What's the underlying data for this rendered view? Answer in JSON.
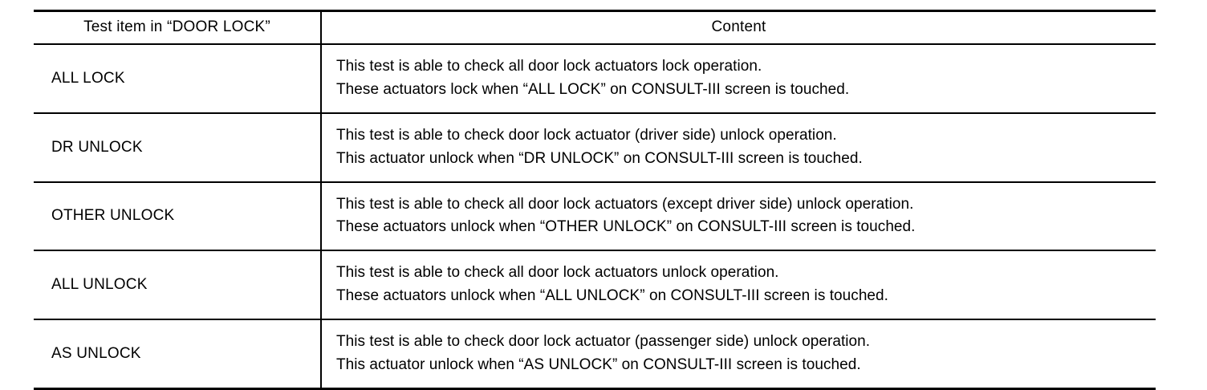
{
  "table": {
    "headers": {
      "item": "Test item in “DOOR LOCK”",
      "content": "Content"
    },
    "rows": [
      {
        "item": "ALL LOCK",
        "line1": "This test is able to check all door lock actuators lock operation.",
        "line2": "These actuators lock when “ALL LOCK” on CONSULT-III screen is touched."
      },
      {
        "item": "DR UNLOCK",
        "line1": "This test is able to check door lock actuator (driver side) unlock operation.",
        "line2": "This actuator unlock when “DR UNLOCK” on CONSULT-III screen is touched."
      },
      {
        "item": "OTHER UNLOCK",
        "line1": "This test is able to check all door lock actuators (except driver side) unlock operation.",
        "line2": "These actuators unlock when “OTHER UNLOCK” on CONSULT-III screen is touched."
      },
      {
        "item": "ALL UNLOCK",
        "line1": "This test is able to check all door lock actuators unlock operation.",
        "line2": "These actuators unlock when “ALL UNLOCK” on CONSULT-III screen is touched."
      },
      {
        "item": "AS UNLOCK",
        "line1": "This test is able to check door lock actuator (passenger side) unlock operation.",
        "line2": "This actuator unlock when “AS UNLOCK” on CONSULT-III screen is touched."
      }
    ]
  },
  "colors": {
    "text": "#000000",
    "rule": "#000000",
    "background": "#ffffff"
  }
}
